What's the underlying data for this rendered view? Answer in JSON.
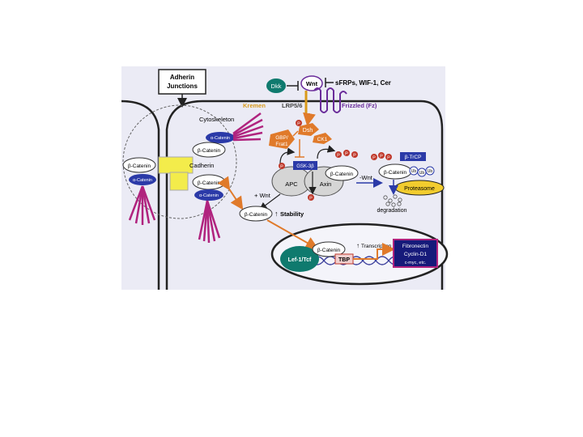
{
  "diagram": {
    "labels": {
      "adherin_junctions": "Adherin Junctions",
      "dkk": "Dkk",
      "wnt": "Wnt",
      "sfrps": "sFRPs, WIF-1, Cer",
      "kremen": "Kremen",
      "lrp": "LRP5/6",
      "frizzled": "Frizzled (Fz)",
      "cytoskeleton": "Cytoskeleton",
      "alpha_catenin": "α-Catenin",
      "beta_catenin": "β-Catenin",
      "cadherin": "Cadherin",
      "gbp_frat1": "GBP/Frat1",
      "dsh": "Dsh",
      "ck1": "CK1",
      "gsk3b": "GSK-3β",
      "apc": "APC",
      "axin": "Axin",
      "p": "P",
      "minus_wnt": "-Wnt",
      "plus_wnt": "+ Wnt",
      "btrcp": "β-TrCP",
      "ub": "Ub",
      "proteasome": "Proteasome",
      "degradation": "degradation",
      "stability": "Stability",
      "lef_tcf": "Lef-1/Tcf",
      "tbp": "TBP",
      "transcription": "Transcription",
      "target_line1": "Fibronectin",
      "target_line2": "Cyclin-D1",
      "target_line3": "c-myc, etc."
    },
    "colors": {
      "cell_fill": "#ebebf5",
      "membrane": "#222222",
      "orange": "#e07a2a",
      "gold": "#f2cc2e",
      "blue": "#2b3aa8",
      "teal": "#0f7a6e",
      "magenta": "#b0237e",
      "purple": "#6a2c9a",
      "dna": "#3b3f9c",
      "yellow_junction": "#f3ec4b"
    }
  }
}
